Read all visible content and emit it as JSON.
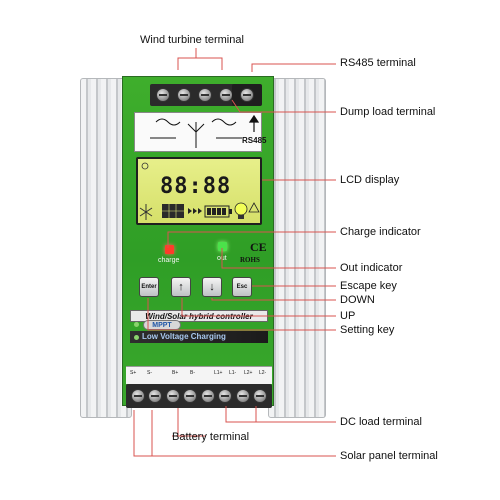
{
  "callouts": {
    "wind_turbine_terminal": "Wind turbine terminal",
    "rs485_terminal": "RS485 terminal",
    "dump_load_terminal": "Dump load terminal",
    "lcd_display": "LCD display",
    "charge_indicator": "Charge indicator",
    "out_indicator": "Out indicator",
    "escape_key": "Escape key",
    "down": "DOWN",
    "up": "UP",
    "setting_key": "Setting key",
    "dc_load_terminal": "DC load terminal",
    "battery_terminal": "Battery terminal",
    "solar_panel_terminal": "Solar panel terminal"
  },
  "device": {
    "rs485_label": "RS485",
    "lcd_digits": "88:88",
    "leds": {
      "charge_label": "charge",
      "out_label": "out"
    },
    "ce_mark": "CE",
    "rohs_mark": "ROHS",
    "keys": {
      "enter": "Enter",
      "up": "↑",
      "down": "↓",
      "esc": "Esc"
    },
    "title_banner": "Wind/Solar hybrid controller",
    "mppt": "MPPT",
    "mode_label": "Low Voltage Charging",
    "bottom_terminals": [
      "S+",
      "S-",
      "B+",
      "B-",
      "L1+",
      "L1-",
      "L2+",
      "L2-"
    ]
  },
  "colors": {
    "panel_green": "#34a52a",
    "led_charge": "#ff3b2a",
    "led_out": "#4be24a",
    "lcd_bg": "#dfe77a",
    "leader_line": "#d9534f"
  },
  "icons": [
    "wind-turbine-icon",
    "solar-panel-icon",
    "battery-icon",
    "bulb-icon",
    "sun-icon",
    "warning-icon"
  ]
}
